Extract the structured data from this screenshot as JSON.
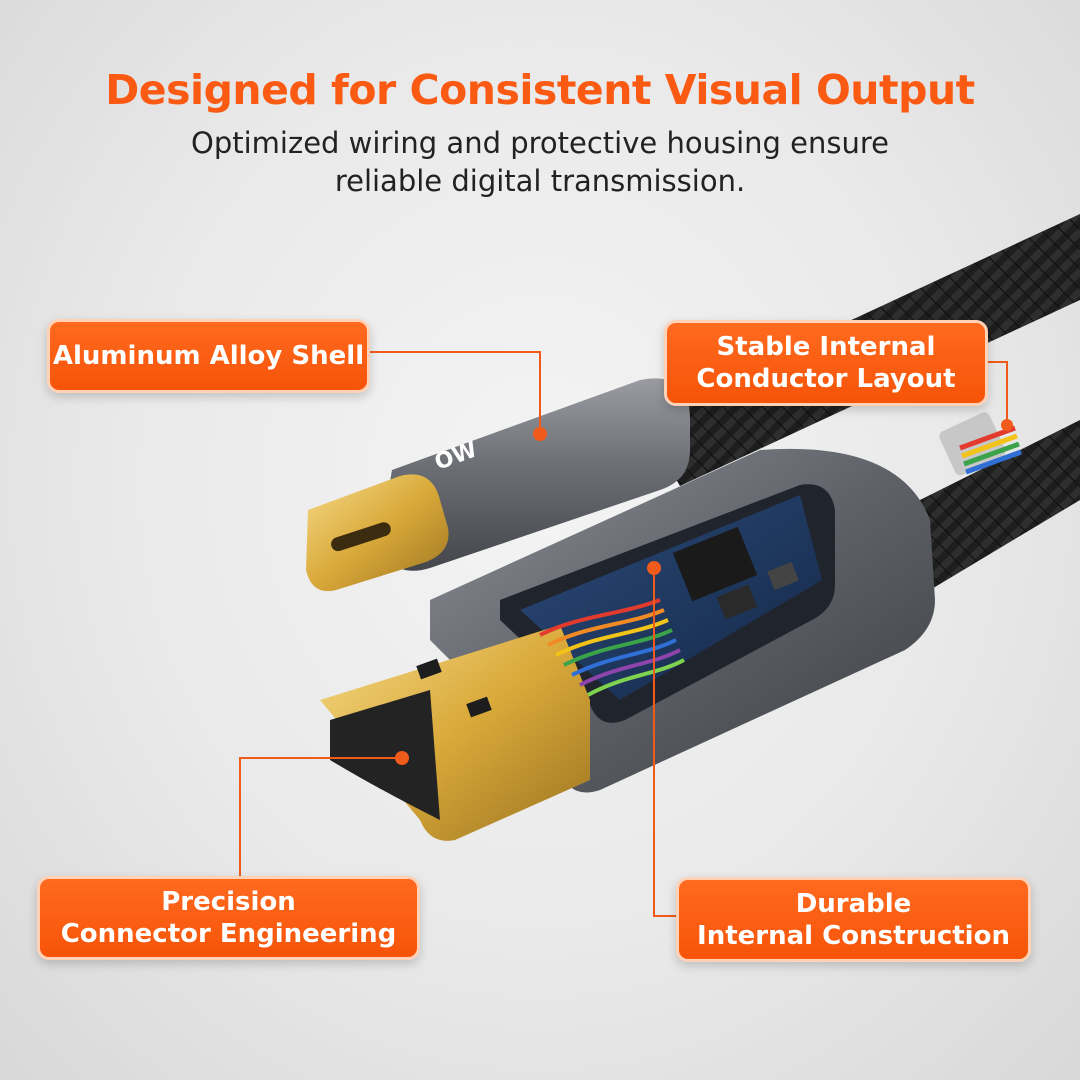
{
  "header": {
    "title": "Designed for Consistent Visual Output",
    "subtitle_line1": "Optimized wiring and protective housing ensure",
    "subtitle_line2": "reliable digital transmission."
  },
  "product": {
    "logo_text": "OW"
  },
  "callouts": {
    "aluminum_shell": {
      "line1": "Aluminum Alloy Shell"
    },
    "conductor_layout": {
      "line1": "Stable Internal",
      "line2": "Conductor Layout"
    },
    "connector_engineering": {
      "line1": "Precision",
      "line2": "Connector Engineering"
    },
    "internal_construction": {
      "line1": "Durable",
      "line2": "Internal Construction"
    }
  },
  "colors": {
    "accent": "#fb5a13",
    "callout_fill": "#f65408",
    "callout_border": "#ffd2b8",
    "connector_gold": "#d9a93a",
    "housing_gray": "#6b6e74",
    "cable_black": "#1c1c1c"
  }
}
